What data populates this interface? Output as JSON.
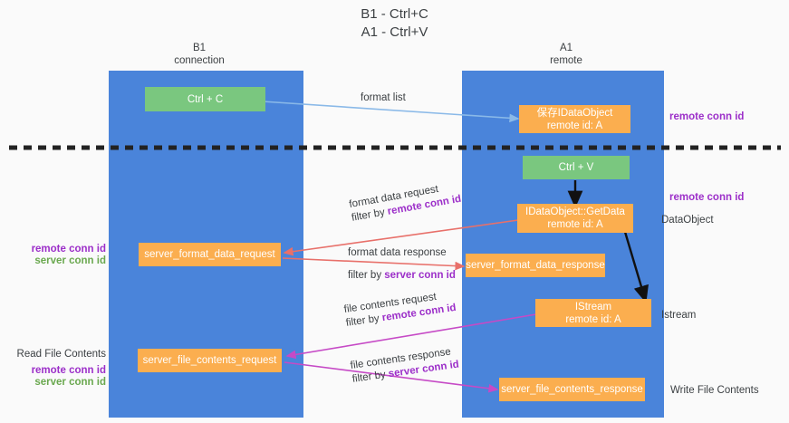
{
  "title": {
    "line1": "B1 - Ctrl+C",
    "line2": "A1 - Ctrl+V"
  },
  "columns": [
    {
      "name": "B1",
      "sub": "connection"
    },
    {
      "name": "A1",
      "sub": "remote"
    }
  ],
  "boxes": {
    "ctrl_c": "Ctrl + C",
    "ctrl_v": "Ctrl + V",
    "save_idataobject_l1": "保存IDataObject",
    "save_idataobject_l2": "remote id: A",
    "getdata_l1": "IDataObject::GetData",
    "getdata_l2": "remote id: A",
    "istream_l1": "IStream",
    "istream_l2": "remote id: A",
    "server_format_data_request": "server_format_data_request",
    "server_format_data_response": "server_format_data_response",
    "server_file_contents_request": "server_file_contents_request",
    "server_file_contents_response": "server_file_contents_response"
  },
  "edge_labels": {
    "format_list": "format list",
    "format_data_request": "format data request",
    "format_data_request_filter_prefix": "filter by ",
    "format_data_request_filter_key": "remote conn id",
    "format_data_response": "format data response",
    "format_data_response_filter_prefix": "filter by ",
    "format_data_response_filter_key": "server conn id",
    "file_contents_request": "file contents request",
    "file_contents_request_filter_prefix": "filter by ",
    "file_contents_request_filter_key": "remote conn id",
    "file_contents_response": "file contents response",
    "file_contents_response_filter_prefix": "filter by ",
    "file_contents_response_filter_key": "server conn id"
  },
  "right_annotations": {
    "remote_conn_id_top": "remote conn id",
    "remote_conn_id_mid": "remote conn id",
    "dataobject": "DataObject",
    "istream": "Istream",
    "write_file_contents": "Write File Contents"
  },
  "left_annotations": {
    "remote_conn_id_mid": "remote conn id",
    "server_conn_id_mid": "server conn id",
    "read_file_contents": "Read File Contents",
    "remote_conn_id_bottom": "remote conn id",
    "server_conn_id_bottom": "server conn id"
  },
  "colors": {
    "lane": "#4a84da",
    "green_box": "#7ac77f",
    "orange_box": "#fbae4f",
    "purple_text": "#9c2fc9",
    "green_text": "#6aa84f",
    "blue_arrow": "#8ab9e8",
    "red_arrow": "#e8706a",
    "magenta_arrow": "#c64ac6",
    "black_arrow": "#000000",
    "background": "#fafafa"
  }
}
